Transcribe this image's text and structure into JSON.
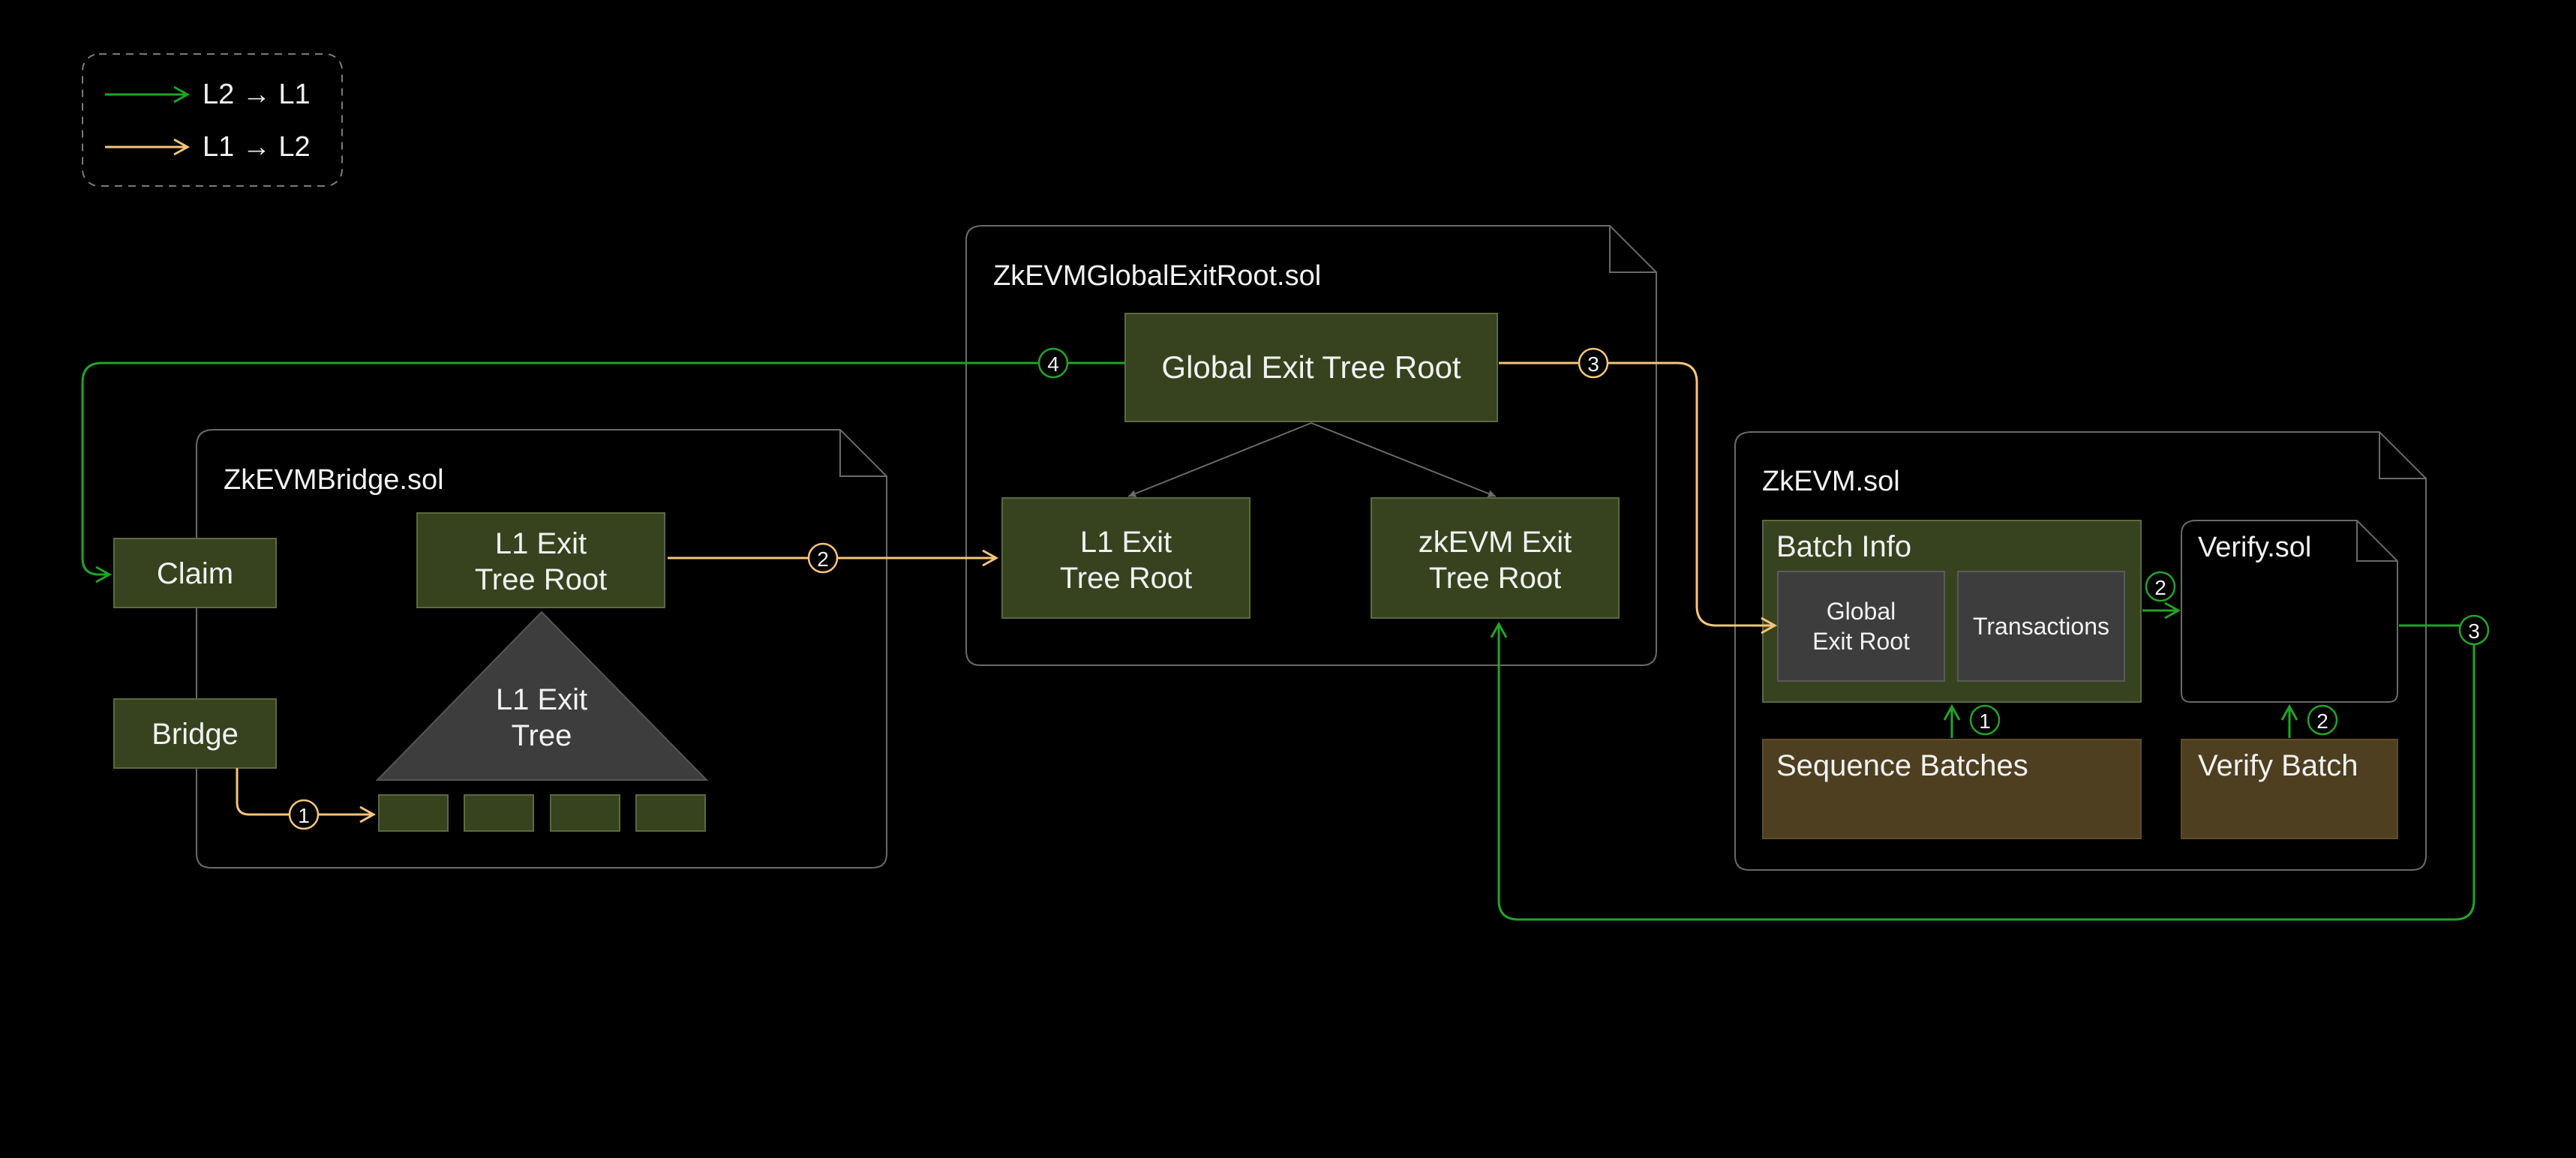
{
  "colors": {
    "background": "#000000",
    "l2_to_l1": "#1fa526",
    "l1_to_l2": "#f6c57a",
    "box_green": "#37431e",
    "box_green_border": "#5b6a3d",
    "box_gray": "#3d3d3d",
    "box_brown": "#4e3f20",
    "file_border": "#6a6a6a",
    "text": "#f2f2f2"
  },
  "legend": {
    "green_label": "L2 → L1",
    "yellow_label": "L1 → L2"
  },
  "bridge_file": {
    "title": "ZkEVMBridge.sol",
    "claim": "Claim",
    "bridge": "Bridge",
    "root_line1": "L1 Exit",
    "root_line2": "Tree Root",
    "tree_line1": "L1 Exit",
    "tree_line2": "Tree"
  },
  "global_file": {
    "title": "ZkEVMGlobalExitRoot.sol",
    "global_root": "Global Exit Tree Root",
    "l1_root_line1": "L1 Exit",
    "l1_root_line2": "Tree Root",
    "zkevm_root_line1": "zkEVM Exit",
    "zkevm_root_line2": "Tree Root"
  },
  "zkevm_file": {
    "title": "ZkEVM.sol",
    "batch_info": "Batch Info",
    "global_exit_root_line1": "Global",
    "global_exit_root_line2": "Exit Root",
    "transactions": "Transactions",
    "sequence_batches": "Sequence Batches",
    "verify_batch": "Verify Batch"
  },
  "verify_file": {
    "title": "Verify.sol"
  },
  "steps": {
    "bridge_to_leaf": "1",
    "root_to_global": "2",
    "global_to_batch": "3",
    "global_to_claim": "4",
    "sequence_to_batch": "1",
    "batch_to_verify": "2",
    "verifybatch_to_verify": "2",
    "verify_to_zkevm_root": "3"
  }
}
